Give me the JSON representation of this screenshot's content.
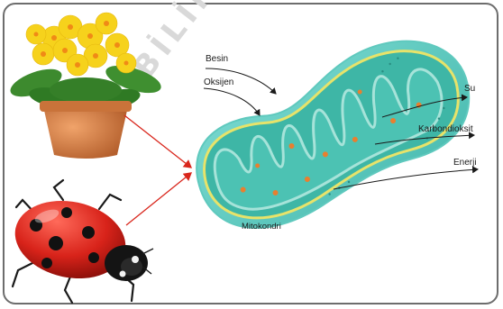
{
  "labels": {
    "besin": "Besin",
    "oksijen": "Oksijen",
    "su": "Su",
    "karbondioksit": "Karbondioksit",
    "enerji": "Enerji",
    "mitokondri": "Mitokondri"
  },
  "colors": {
    "frame_border": "#6d6d6d",
    "mito_outer": "#6fd1c9",
    "mito_yellow_membrane": "#e7e36a",
    "mito_inner": "#3bb3a3",
    "mito_cristae": "#a6e3d9",
    "flower_petal": "#f6d21c",
    "pot": "#d8884a",
    "ladybug_red": "#e02a1e",
    "arrow_red": "#d9261c"
  },
  "watermark": "BİLİMLE"
}
